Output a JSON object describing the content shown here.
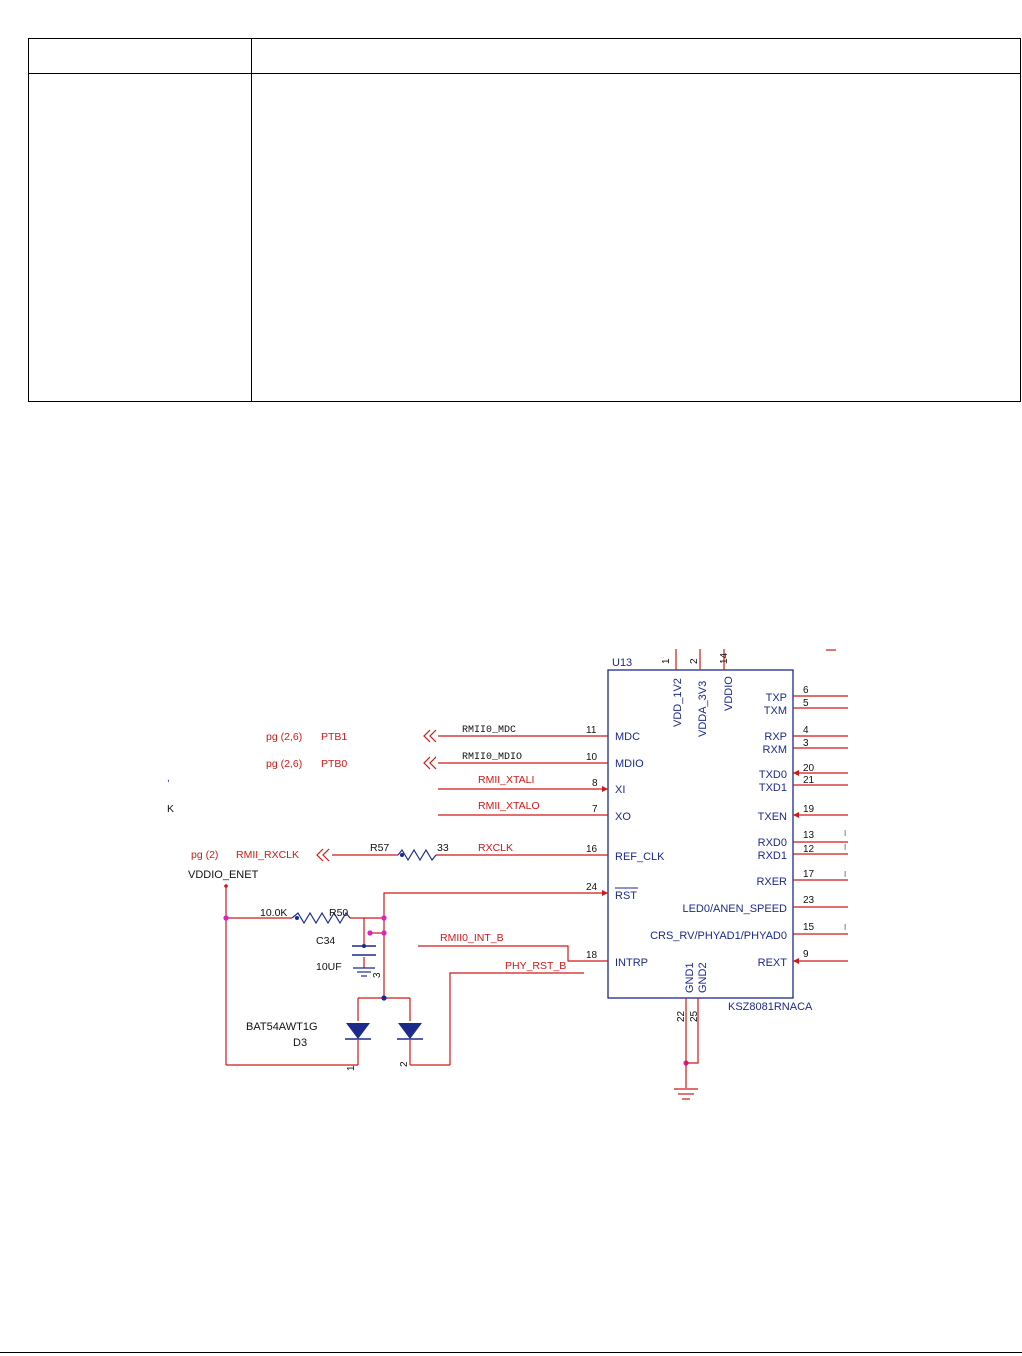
{
  "table": {
    "header_left": "",
    "header_right": "",
    "body_left": "",
    "body_right": ""
  },
  "schematic": {
    "ref": "U13",
    "part": "KSZ8081RNACA",
    "top_pins": [
      {
        "num": "1",
        "name": "VDD_1V2"
      },
      {
        "num": "2",
        "name": "VDDA_3V3"
      },
      {
        "num": "14",
        "name": "VDDIO"
      }
    ],
    "left_pins": [
      {
        "num": "11",
        "name": "MDC",
        "net": "RMII0_MDC"
      },
      {
        "num": "10",
        "name": "MDIO",
        "net": "RMII0_MDIO"
      },
      {
        "num": "8",
        "name": "XI",
        "net": "RMII_XTALI"
      },
      {
        "num": "7",
        "name": "XO",
        "net": "RMII_XTALO"
      },
      {
        "num": "16",
        "name": "REF_CLK",
        "net": "RXCLK"
      },
      {
        "num": "24",
        "name": "RST",
        "net": ""
      },
      {
        "num": "18",
        "name": "INTRP",
        "net": "RMII0_INT_B"
      }
    ],
    "right_pins": [
      {
        "num": "6",
        "name": "TXP"
      },
      {
        "num": "5",
        "name": "TXM"
      },
      {
        "num": "4",
        "name": "RXP"
      },
      {
        "num": "3",
        "name": "RXM"
      },
      {
        "num": "20",
        "name": "TXD0"
      },
      {
        "num": "21",
        "name": "TXD1"
      },
      {
        "num": "19",
        "name": "TXEN"
      },
      {
        "num": "13",
        "name": "RXD0"
      },
      {
        "num": "12",
        "name": "RXD1"
      },
      {
        "num": "17",
        "name": "RXER"
      },
      {
        "num": "23",
        "name": "LED0/ANEN_SPEED"
      },
      {
        "num": "15",
        "name": "CRS_RV/PHYAD1/PHYAD0"
      },
      {
        "num": "9",
        "name": "REXT"
      }
    ],
    "bottom_pins": [
      {
        "num": "22",
        "name": "GND1"
      },
      {
        "num": "25",
        "name": "GND2"
      }
    ],
    "offpage": [
      {
        "page": "pg (2,6)",
        "net": "PTB1"
      },
      {
        "page": "pg (2,6)",
        "net": "PTB0"
      },
      {
        "page": "pg (2)",
        "net": "RMII_RXCLK"
      }
    ],
    "rxclk_resistor": {
      "ref": "R57",
      "value": "33"
    },
    "reset_resistor": {
      "value": "10.0K",
      "ref": "R50"
    },
    "capacitor": {
      "ref": "C34",
      "value": "10UF",
      "pin": "3"
    },
    "diode": {
      "part": "BAT54AWT1G",
      "ref": "D3",
      "pin1": "1",
      "pin2": "2"
    },
    "supply_label": "VDDIO_ENET",
    "reset_net": "PHY_RST_B",
    "edge_fragments": [
      ",",
      "K"
    ]
  }
}
